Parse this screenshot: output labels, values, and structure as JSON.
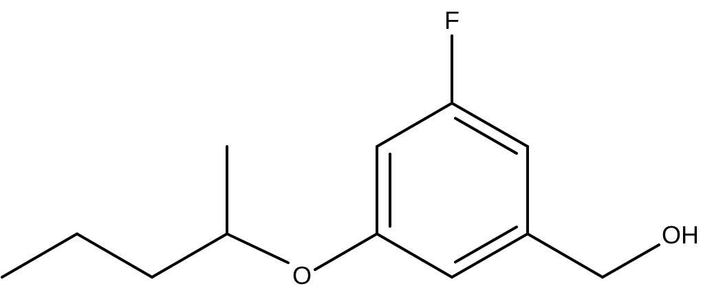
{
  "molecule": {
    "atoms": {
      "fluorine": "F",
      "hydroxyl": "OH",
      "ether_oxygen": "O"
    }
  },
  "colors": {
    "bond": "#000000",
    "label": "#000000",
    "background": "#ffffff"
  }
}
